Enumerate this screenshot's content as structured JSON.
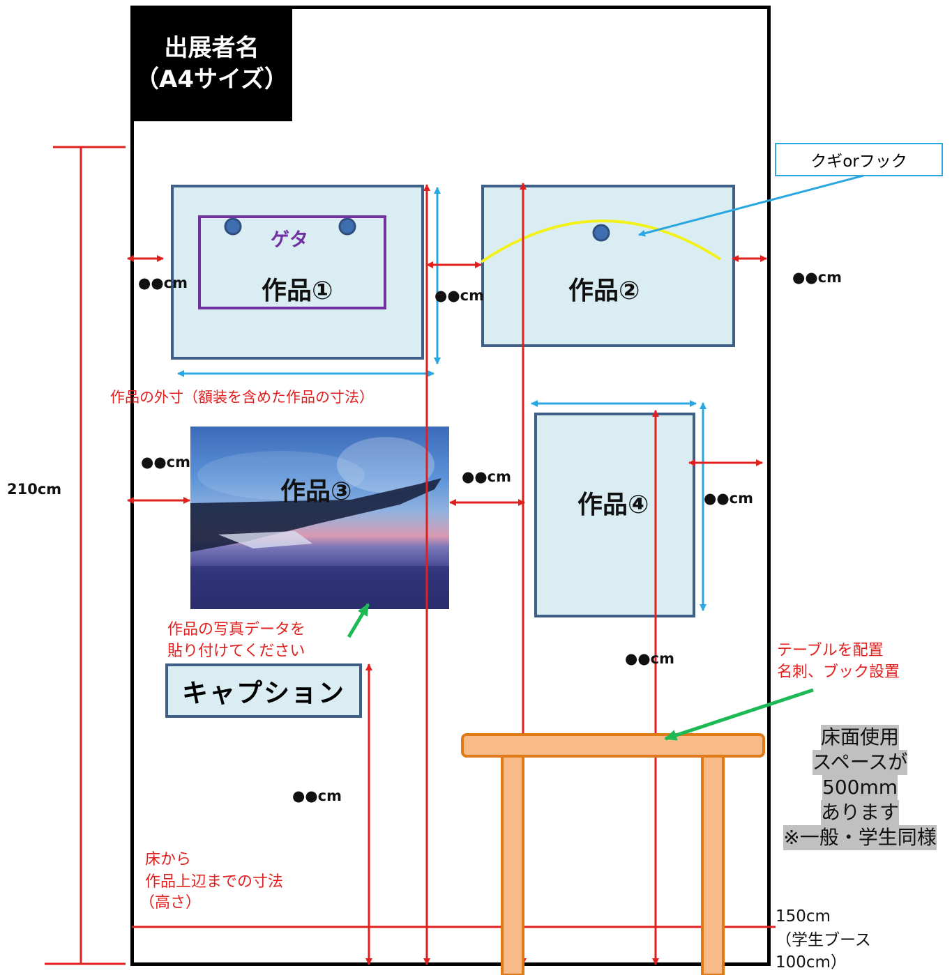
{
  "nameplate": {
    "line1": "出展者名",
    "line2": "（A4サイズ）"
  },
  "works": {
    "w1": "作品①",
    "w2": "作品②",
    "w3": "作品③",
    "w4": "作品④"
  },
  "geta_label": "ゲタ",
  "hook_label": "クギorフック",
  "dimension_placeholder": "●●cm",
  "wall_height": "210cm",
  "notes": {
    "outer_size": "作品の外寸（額装を含めた作品の寸法）",
    "photo_line1": "作品の写真データを",
    "photo_line2": "貼り付けてください",
    "table_line1": "テーブルを配置",
    "table_line2": "名刺、ブック設置",
    "floor_line1": "床から",
    "floor_line2": "作品上辺までの寸法",
    "floor_line3": "（高さ）"
  },
  "caption_label": "キャプション",
  "floor_note": {
    "line1": "床面使用",
    "line2": "スペースが",
    "line3": "500mm",
    "line4": "あります",
    "line5": "※一般・学生同様"
  },
  "side_height": {
    "line1": "150cm",
    "line2": "（学生ブース",
    "line3": "100cm）"
  },
  "colors": {
    "red": "#e0201e",
    "blue": "#2aa6e0",
    "green": "#1db954",
    "frame": "#3f5f86",
    "work_fill": "#daedf3",
    "geta": "#7030a0",
    "table_fill": "#f8bb88",
    "table_stroke": "#e07a18",
    "hook_curve": "#f2f21a"
  }
}
